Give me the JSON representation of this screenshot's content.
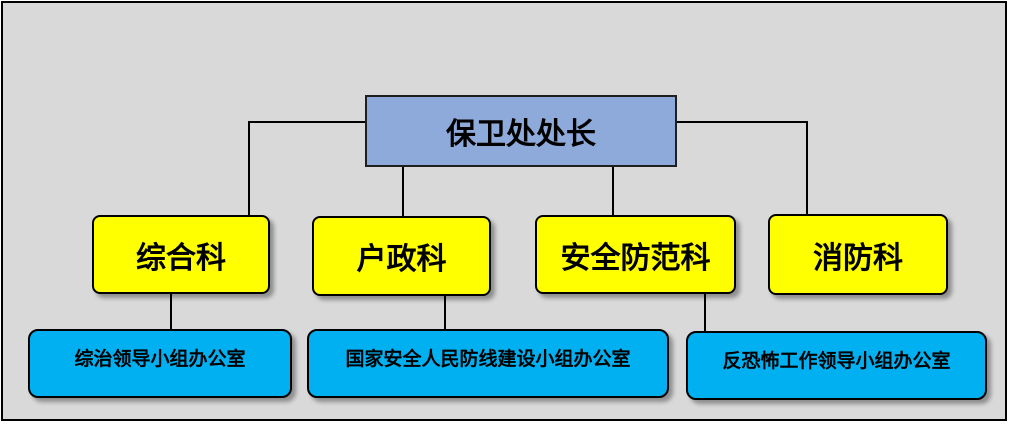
{
  "colors": {
    "background": "#d9d9d9",
    "root_fill": "#8eaadb",
    "department_fill": "#ffff00",
    "office_fill": "#00b0f0"
  },
  "root": {
    "label": "保卫处处长"
  },
  "departments": [
    {
      "label": "综合科"
    },
    {
      "label": "户政科"
    },
    {
      "label": "安全防范科"
    },
    {
      "label": "消防科"
    }
  ],
  "offices": [
    {
      "label": "综治领导小组办公室",
      "parent": "综合科"
    },
    {
      "label": "国家安全人民防线建设小组办公室",
      "parent": "户政科"
    },
    {
      "label": "反恐怖工作领导小组办公室",
      "parent": "安全防范科"
    }
  ]
}
